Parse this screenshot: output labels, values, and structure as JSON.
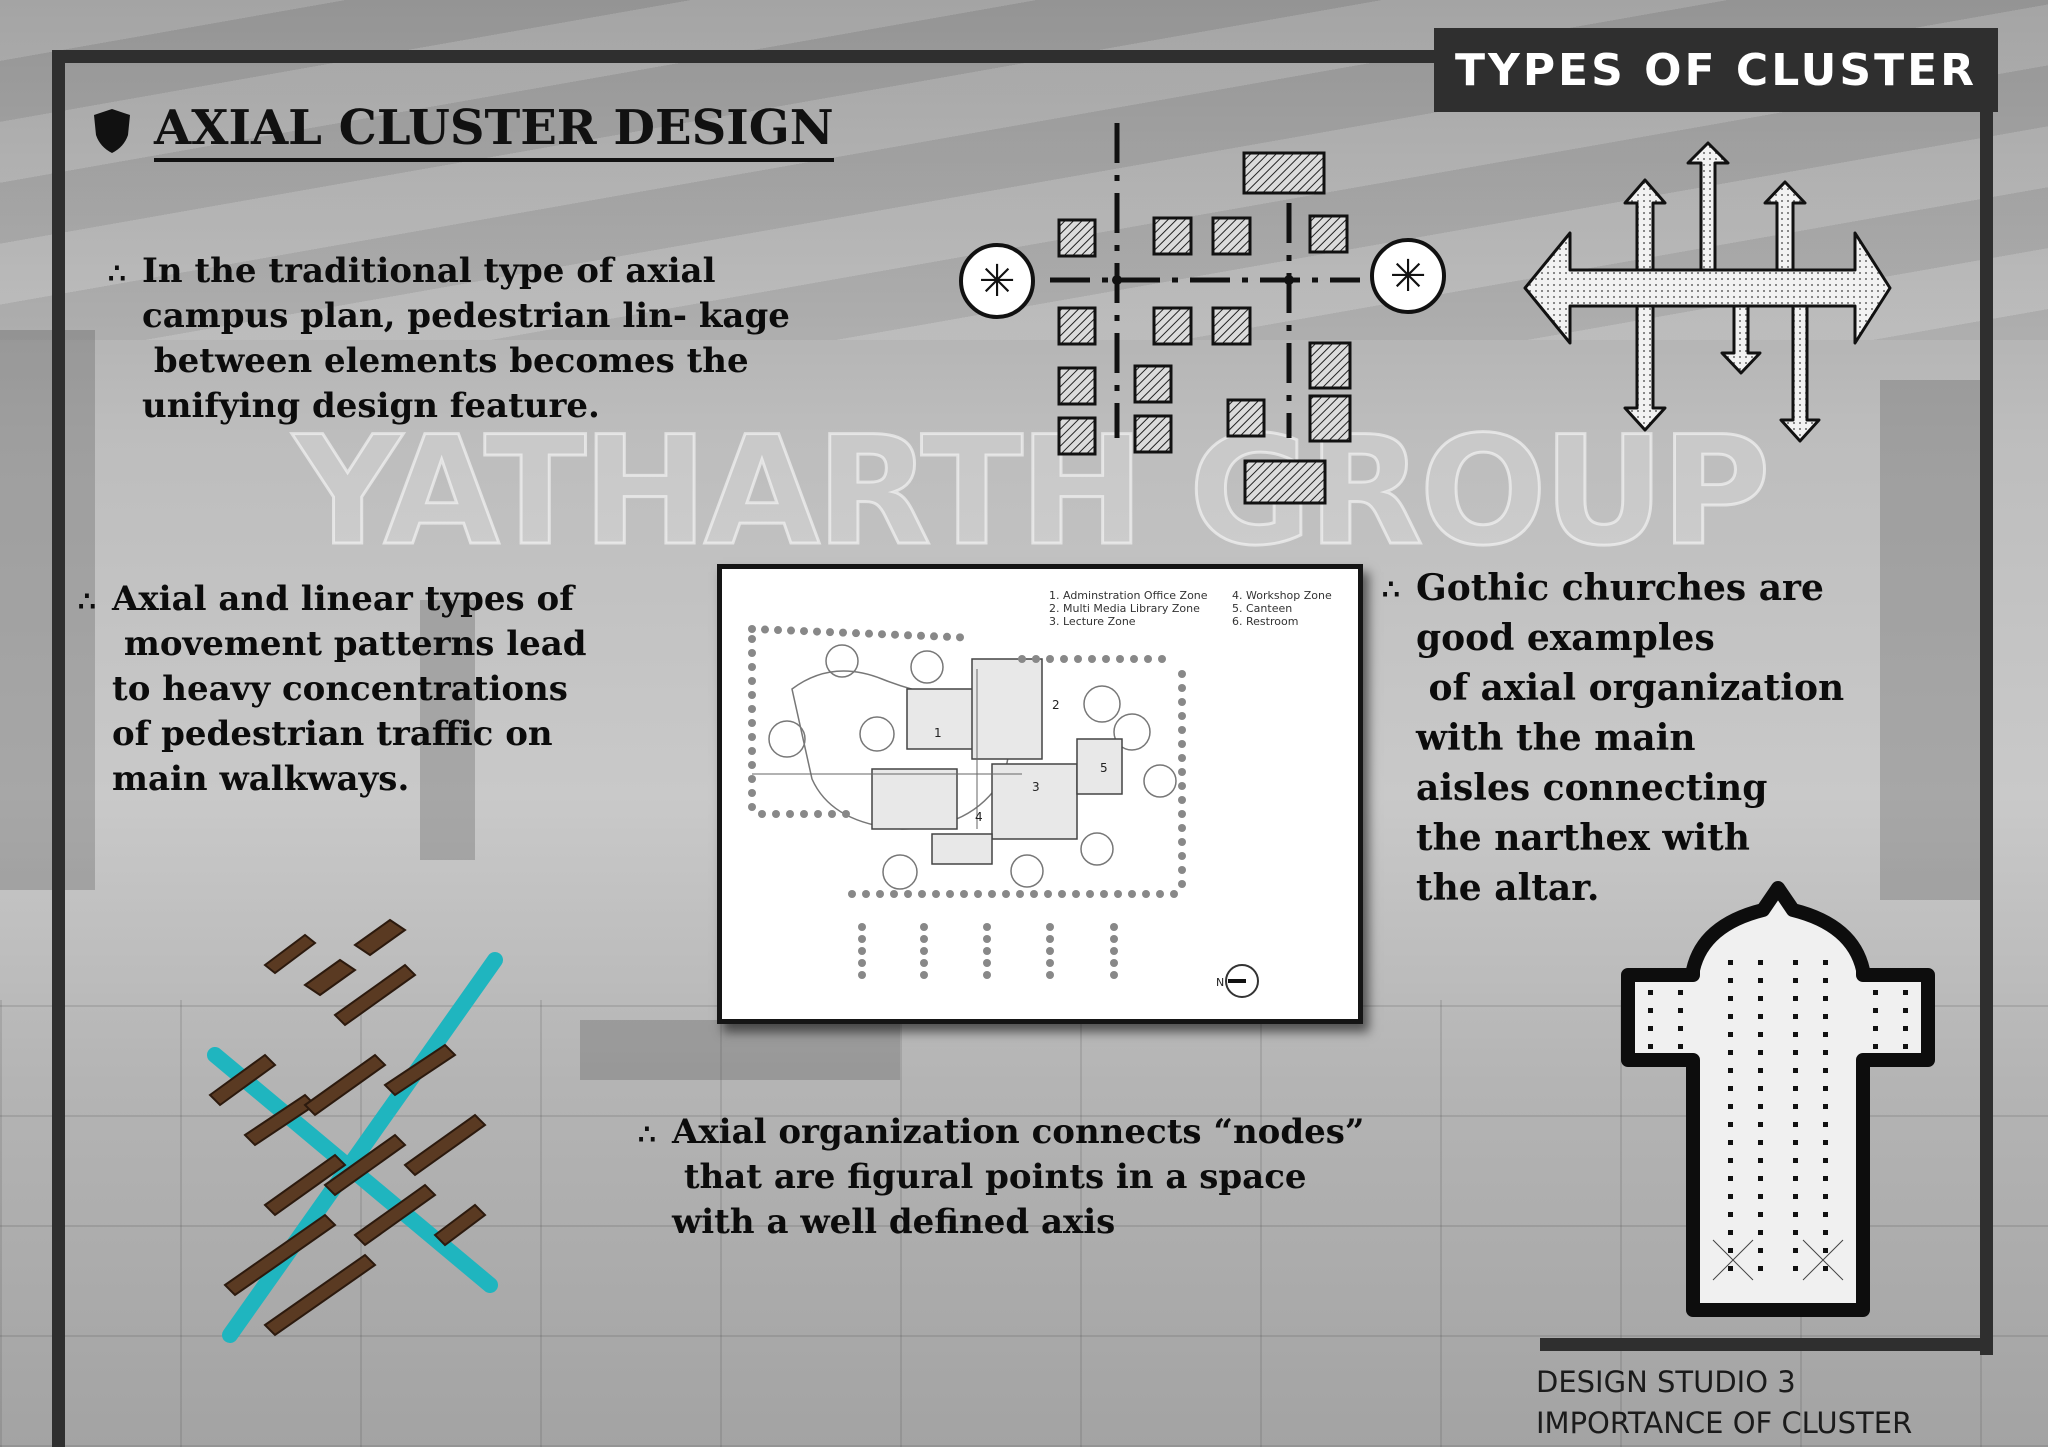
{
  "header": {
    "category_label": "TYPES OF CLUSTER",
    "title": "AXIAL CLUSTER DESIGN"
  },
  "watermark": "YATHARTH GROUP",
  "bullet_glyph": "∴",
  "paragraphs": {
    "p1": {
      "lines": [
        "In the traditional type of axial",
        "campus plan, pedestrian lin- kage",
        " between elements becomes the",
        "unifying design feature."
      ]
    },
    "p2": {
      "lines": [
        "Axial and linear types of",
        " movement patterns lead",
        "to heavy concentrations",
        "of pedestrian traffic on",
        "main walkways."
      ]
    },
    "p3": {
      "lines": [
        "Gothic churches are",
        "good examples",
        " of axial organization",
        "with the main",
        "aisles connecting",
        "the narthex with",
        "the altar."
      ]
    },
    "p4": {
      "lines": [
        "Axial organization connects “nodes”",
        " that are figural points in a space",
        "with a well defined axis"
      ]
    }
  },
  "site_plan": {
    "legend_left": [
      "1. Adminstration Office Zone",
      "2. Multi Media Library Zone",
      "3. Lecture Zone"
    ],
    "legend_right": [
      "4. Workshop Zone",
      "5. Canteen",
      "6. Restroom"
    ],
    "zone_numbers": [
      "1",
      "2",
      "3",
      "4",
      "5"
    ],
    "north_label": "N"
  },
  "footer": {
    "line1": "DESIGN STUDIO 3",
    "line2": "IMPORTANCE OF CLUSTER"
  },
  "colors": {
    "frame": "#2f2f2f",
    "text": "#0c0c0c",
    "axis_accent": "#1fb5bf",
    "wood": "#5a3a22"
  }
}
